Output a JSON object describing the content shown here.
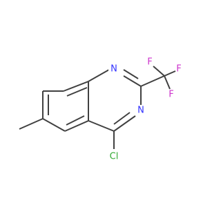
{
  "molecule": {
    "atoms": [
      {
        "id": "N1",
        "label": "N",
        "color": "#3333ff"
      },
      {
        "id": "N3",
        "label": "N",
        "color": "#3333ff"
      },
      {
        "id": "Cl",
        "label": "Cl",
        "color": "#33aa33"
      },
      {
        "id": "F1",
        "label": "F",
        "color": "#cc33cc"
      },
      {
        "id": "F2",
        "label": "F",
        "color": "#cc33cc"
      },
      {
        "id": "F3",
        "label": "F",
        "color": "#cc33cc"
      }
    ],
    "bond_color": "#404040",
    "background": "#ffffff"
  }
}
